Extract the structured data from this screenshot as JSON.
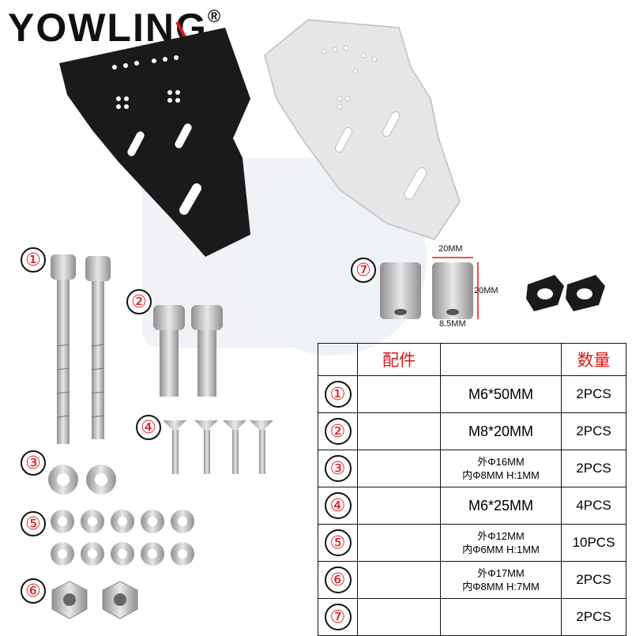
{
  "brand": {
    "name": "YOWLING",
    "registered": "®"
  },
  "callouts": [
    "①",
    "②",
    "③",
    "④",
    "⑤",
    "⑥",
    "⑦"
  ],
  "spacer_dims": {
    "width": "20MM",
    "height": "20MM",
    "inner": "8.5MM"
  },
  "table": {
    "headers": {
      "part": "配件",
      "spec": "",
      "qty": "数量"
    },
    "rows": [
      {
        "num": "①",
        "line1": "M6*50MM",
        "line2": "",
        "qty": "2PCS"
      },
      {
        "num": "②",
        "line1": "M8*20MM",
        "line2": "",
        "qty": "2PCS"
      },
      {
        "num": "③",
        "line1": "外Φ16MM",
        "line2": "内Φ8MM H:1MM",
        "qty": "2PCS"
      },
      {
        "num": "④",
        "line1": "M6*25MM",
        "line2": "",
        "qty": "4PCS"
      },
      {
        "num": "⑤",
        "line1": "外Φ12MM",
        "line2": "内Φ6MM H:1MM",
        "qty": "10PCS"
      },
      {
        "num": "⑥",
        "line1": "外Φ17MM",
        "line2": "内Φ8MM H:7MM",
        "qty": "2PCS"
      },
      {
        "num": "⑦",
        "line1": "",
        "line2": "",
        "qty": "2PCS"
      }
    ]
  },
  "colors": {
    "accent": "#e01818",
    "plate_black": "#1a1a1a",
    "plate_silver": "#e6e6e6",
    "metal": "#b8b8b8"
  }
}
